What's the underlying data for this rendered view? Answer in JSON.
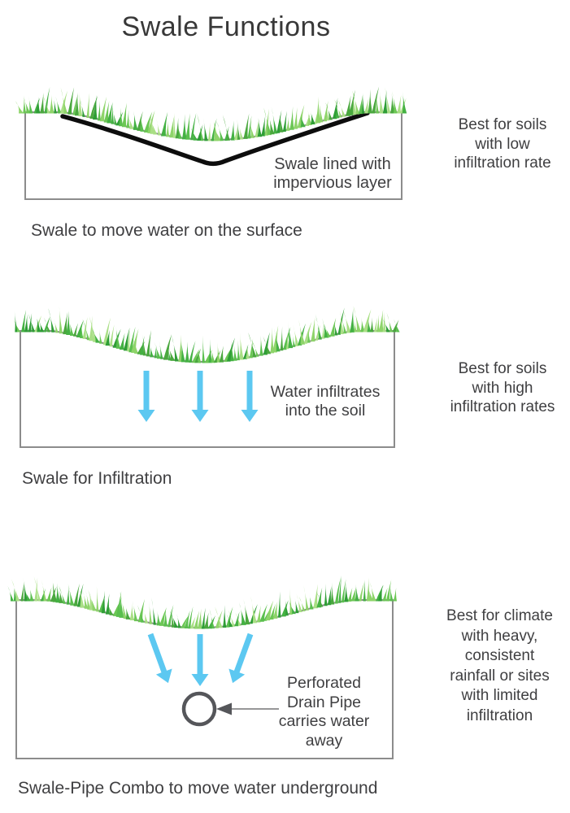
{
  "title": "Swale Functions",
  "colors": {
    "text": "#3f3f41",
    "box_stroke": "#8c8c8c",
    "liner_black": "#0d0d0d",
    "water_blue": "#5cc8f1",
    "pipe_gray": "#55565a",
    "pointer_line_gray": "#87888a",
    "grass_palette": [
      "#2f9e36",
      "#44b143",
      "#5abf4e",
      "#6cc755",
      "#8ed46a",
      "#a9df85",
      "#4aa83e"
    ]
  },
  "sections": {
    "surface": {
      "label": [
        "Swale lined with",
        "impervious layer"
      ],
      "caption": "Swale to move water on the surface",
      "note": [
        "Best for soils",
        "with low",
        "infiltration rate"
      ]
    },
    "infiltration": {
      "label": [
        "Water infiltrates",
        "into the soil"
      ],
      "caption": "Swale for Infiltration",
      "note": [
        "Best for soils",
        "with high",
        "infiltration rates"
      ]
    },
    "pipe": {
      "label": [
        "Perforated",
        "Drain Pipe",
        "carries water",
        "away"
      ],
      "caption": "Swale-Pipe Combo to move water underground",
      "note": [
        "Best for climate",
        "with heavy,",
        "consistent",
        "rainfall or sites",
        "with limited",
        "infiltration"
      ]
    }
  }
}
